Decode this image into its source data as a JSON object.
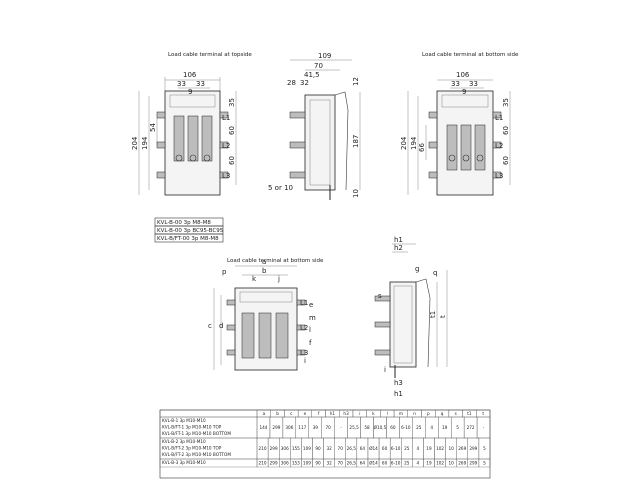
{
  "captions": {
    "top_left": "Load cable terminal at topside",
    "top_right": "Load cable terminal at bottom side",
    "bottom_center": "Load cable terminal at bottom side"
  },
  "view_top_left": {
    "width": "106",
    "pitch_a": "33",
    "pitch_b": "33",
    "offset": "9",
    "height_outer": "204",
    "height_inner": "194",
    "left_dim": "54",
    "right_top": "35",
    "right_mid": "60",
    "right_bot": "60",
    "phases": [
      "L1",
      "L2",
      "L3"
    ]
  },
  "view_side": {
    "depth": "109",
    "d70": "70",
    "d41": "41,5",
    "d28": "28",
    "d32": "32",
    "top_right": "12",
    "height": "187",
    "bottom_right": "10",
    "bottom_left": "5 or 10"
  },
  "view_top_right": {
    "width": "106",
    "pitch_a": "33",
    "pitch_b": "33",
    "offset": "9",
    "height_outer": "204",
    "height_inner": "194",
    "left_dim": "66",
    "right_top": "35",
    "right_mid": "60",
    "right_bot": "60",
    "phases": [
      "L1",
      "L2",
      "L3"
    ]
  },
  "legend": [
    "KVL-B-00 3p M8-M8",
    "KVL-B-00 3p BC95-BC95",
    "KVL-B/FT-00 3p M8-M8"
  ],
  "view_bottom_front": {
    "letters": {
      "a": "a",
      "b": "b",
      "k": "k",
      "j": "j",
      "p": "p",
      "c": "c",
      "d": "d",
      "e": "e",
      "m": "m",
      "l": "l",
      "f": "f",
      "i": "i"
    },
    "phases": [
      "L1",
      "L2",
      "L3"
    ]
  },
  "view_bottom_side": {
    "letters": [
      "h1",
      "h2",
      "g",
      "q",
      "t1",
      "t",
      "s",
      "i",
      "h3",
      "h1"
    ]
  },
  "table": {
    "headers": [
      "",
      "a",
      "b",
      "c",
      "e",
      "f",
      "h1",
      "h3",
      "i",
      "k",
      "l",
      "m",
      "n",
      "p",
      "q",
      "s",
      "t1",
      "t"
    ],
    "rows": [
      [
        "KVL-B-1 3p M10-M10\nKVL-B/FT-1 3p M10-M10 TOP\nKVL-B/FT-1 3p M10-M10 BOTTOM",
        "144",
        "299",
        "306",
        "117",
        "39",
        "70",
        "-",
        "25,5",
        "58",
        "Ø10,5",
        "60",
        "6-10",
        "25",
        "4",
        "19",
        "5",
        "272",
        "-"
      ],
      [
        "KVL-B-2 3p M10-M10\nKVL-B/FT-2 3p M10-M10 TOP\nKVL-B/FT-2 3p M10-M10 BOTTOM",
        "210",
        "299",
        "306",
        "155",
        "109",
        "90",
        "32",
        "70",
        "26,5",
        "64",
        "Ø14",
        "60",
        "6-10",
        "25",
        "4",
        "19",
        "102",
        "10",
        "269",
        "299",
        "5"
      ],
      [
        "KVL-B-3 3p M10-M10",
        "210",
        "299",
        "306",
        "153",
        "109",
        "90",
        "32",
        "70",
        "26,5",
        "64",
        "Ø14",
        "60",
        "6-10",
        "25",
        "4",
        "19",
        "102",
        "10",
        "269",
        "299",
        "5"
      ]
    ]
  }
}
